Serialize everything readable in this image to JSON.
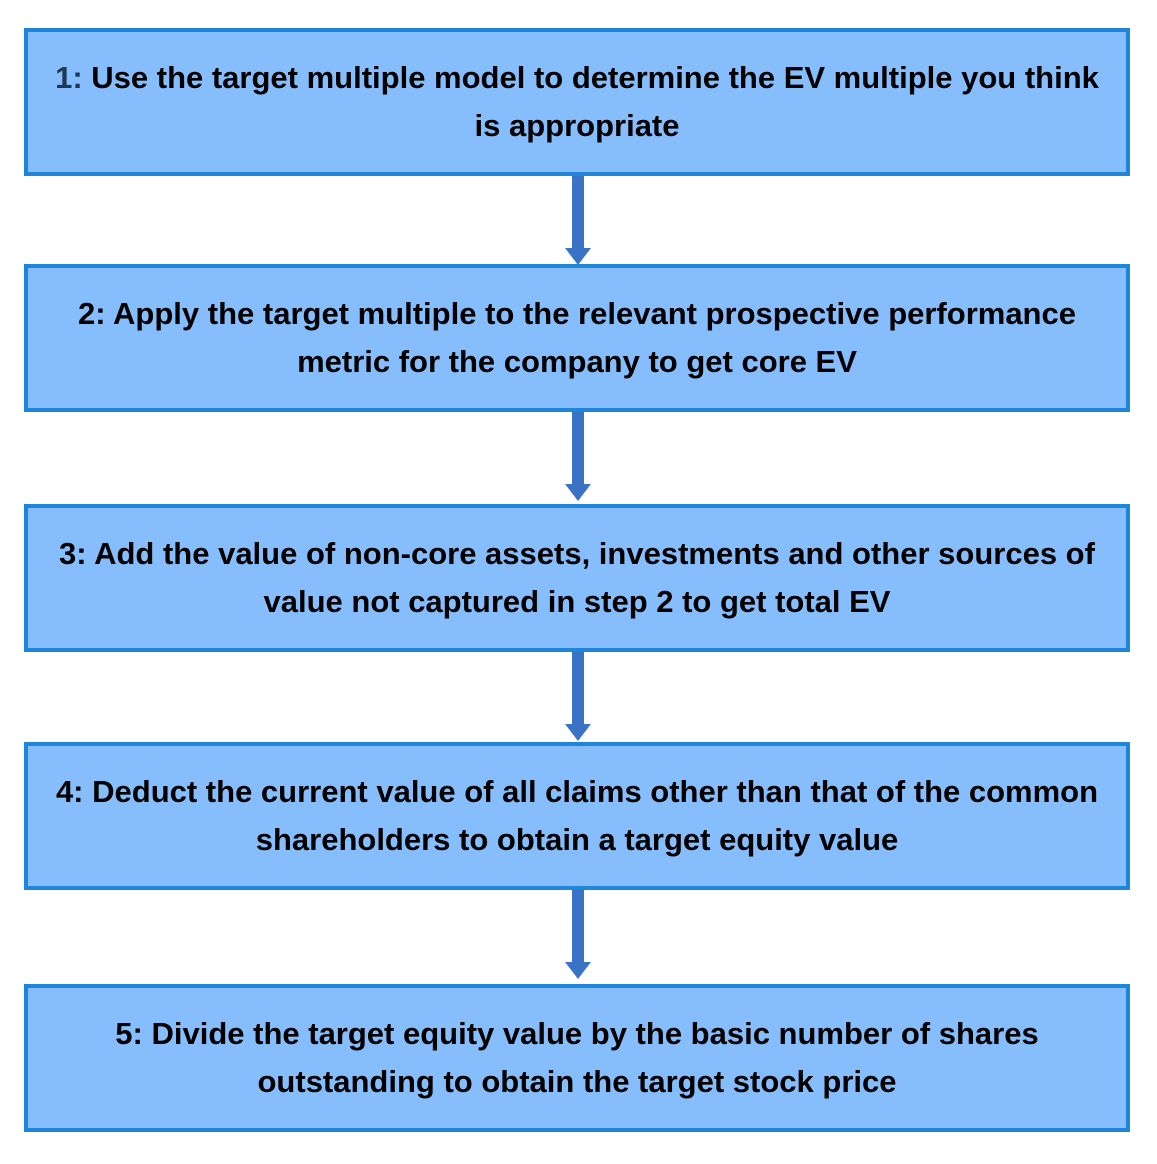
{
  "colors": {
    "box_fill": "#85bdfd",
    "box_border": "#1f85d8",
    "arrow": "#3a73c6",
    "text": "#000000"
  },
  "steps": [
    {
      "number": "1:",
      "text": " Use the target multiple model to determine the EV multiple you think is appropriate"
    },
    {
      "number": "2:",
      "text": " Apply the target multiple to the relevant prospective performance metric for the company to get core EV"
    },
    {
      "number": "3:",
      "text": " Add the value of non-core assets, investments and other sources of value not captured in step 2 to get total EV"
    },
    {
      "number": "4:",
      "text": " Deduct the current value of all claims other than that of the common shareholders to obtain a target equity value"
    },
    {
      "number": "5:",
      "text": " Divide the target equity value by the basic number of shares outstanding to obtain the target stock price"
    }
  ]
}
